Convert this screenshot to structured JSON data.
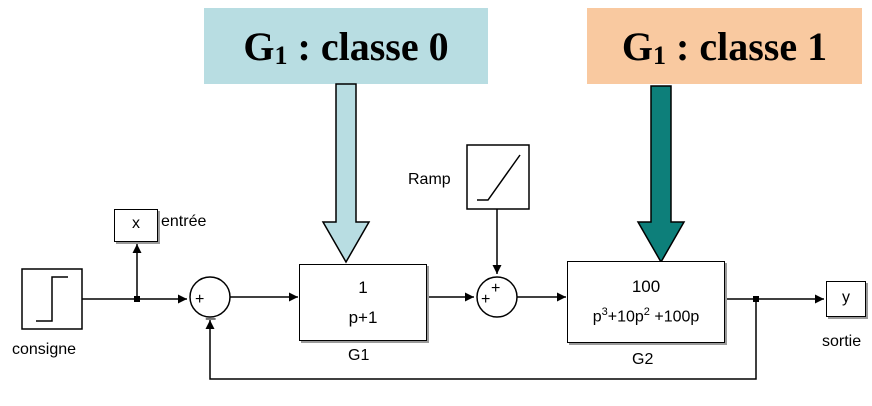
{
  "callouts": [
    {
      "main": "G",
      "sub": "1",
      "rest": " : classe 0",
      "color": "#b8dde2",
      "arrow_color": "#b8dde2"
    },
    {
      "main": "G",
      "sub": "1",
      "rest": " : classe 1",
      "color": "#f9c9a0",
      "arrow_color": "#0d7f7a"
    }
  ],
  "blocks": {
    "consigne": {
      "label": "consigne"
    },
    "entree": {
      "text": "x",
      "label": "entrée"
    },
    "ramp": {
      "label": "Ramp"
    },
    "g1": {
      "num": "1",
      "den": "p+1",
      "label": "G1"
    },
    "g2": {
      "num": "100",
      "den_parts": [
        "p",
        "3",
        "+10p",
        "2",
        " +100p"
      ],
      "label": "G2"
    },
    "sortie": {
      "text": "y",
      "label": "sortie"
    }
  },
  "sums": {
    "comparator": {
      "sign_left": "+",
      "sign_bottom": "_"
    },
    "adder": {
      "sign_left": "+",
      "sign_top": "+"
    }
  }
}
